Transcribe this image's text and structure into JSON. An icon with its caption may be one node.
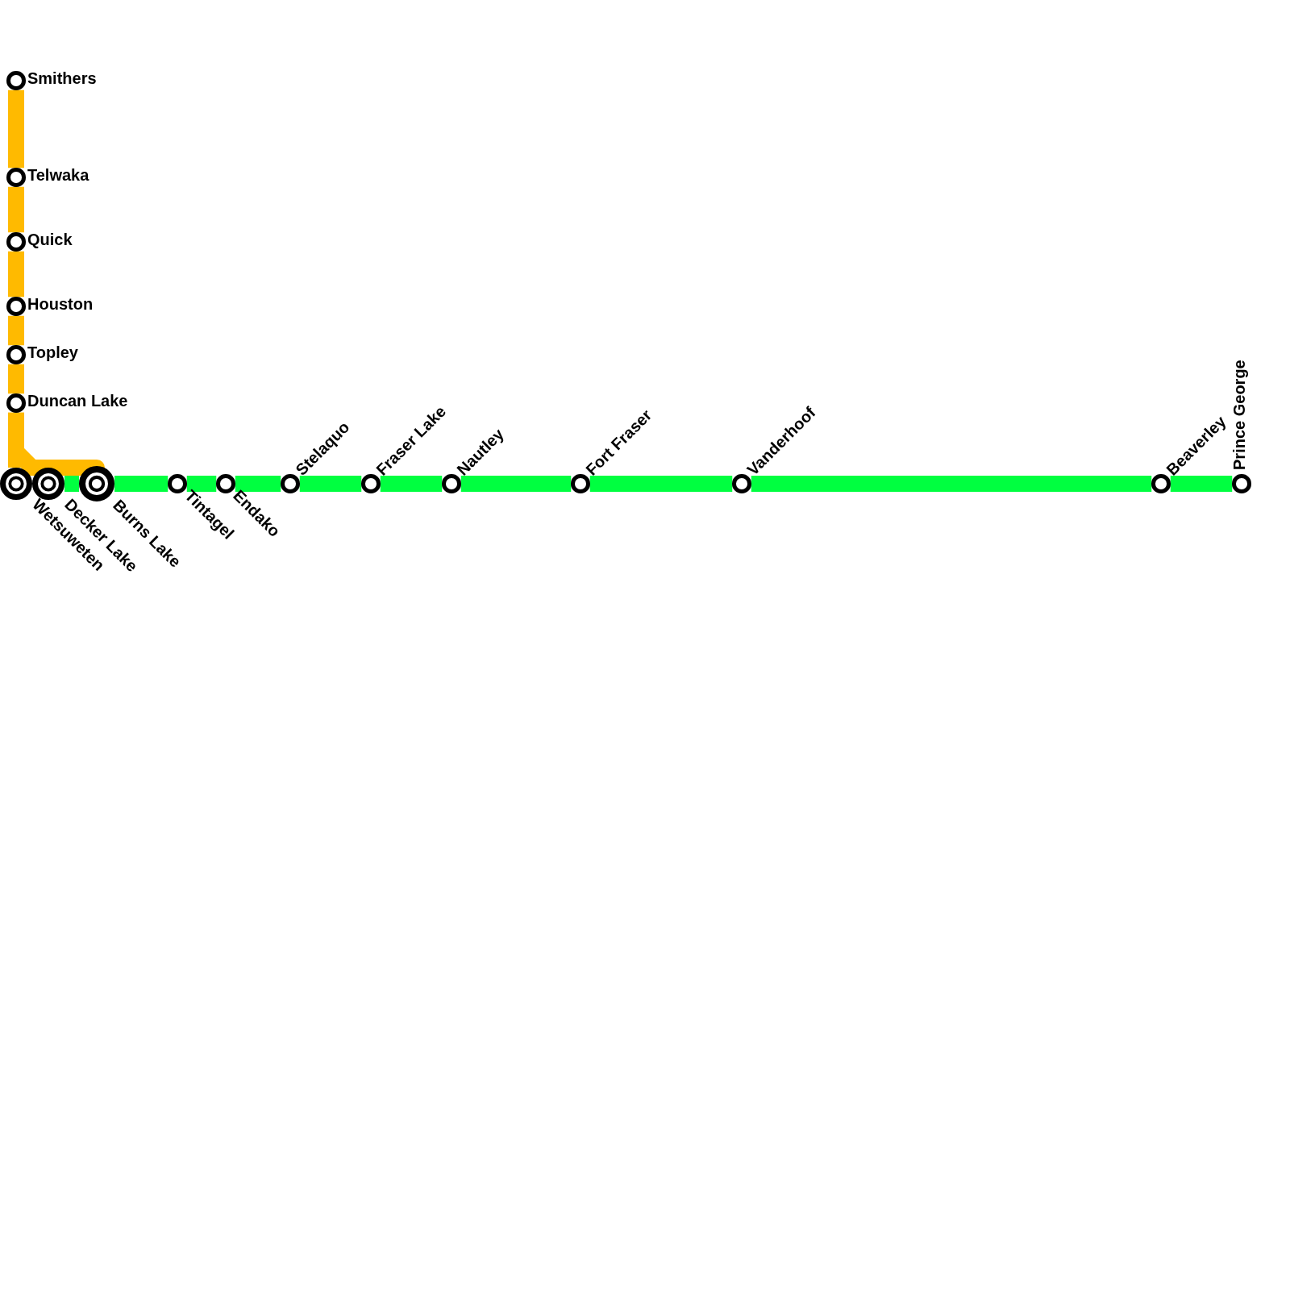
{
  "diagram": {
    "nodes": [
      {
        "text": [
          "Smithers"
        ]
      },
      {
        "text": [
          "Telwaka"
        ]
      },
      {
        "text": [
          "Quick"
        ]
      },
      {
        "text": [
          "Houston"
        ]
      },
      {
        "text": [
          "Topley"
        ]
      },
      {
        "text": [
          "Duncan Lake"
        ]
      },
      {
        "text": [
          "Wetsuweten"
        ]
      },
      {
        "text": [
          "Decker Lake"
        ]
      },
      {
        "text": [
          "Burns Lake"
        ]
      },
      {
        "text": [
          "Tintagel"
        ]
      },
      {
        "text": [
          "Endako"
        ]
      },
      {
        "text": [
          "Stelaquo"
        ]
      },
      {
        "text": [
          "Fraser Lake"
        ]
      },
      {
        "text": [
          "Nautley"
        ]
      },
      {
        "text": [
          "Fort Fraser"
        ]
      },
      {
        "text": [
          "Vanderhoof"
        ]
      },
      {
        "text": [
          "Beaverley"
        ]
      },
      {
        "text": [
          "Prince George"
        ]
      }
    ],
    "edges": [
      {
        "from": 0,
        "to": 1,
        "arrow": "none",
        "color": "#ffba00"
      },
      {
        "from": 1,
        "to": 2,
        "arrow": "none",
        "color": "#ffba00"
      },
      {
        "from": 2,
        "to": 3,
        "arrow": "none",
        "color": "#ffba00"
      },
      {
        "from": 3,
        "to": 4,
        "arrow": "none",
        "color": "#ffba00"
      },
      {
        "from": 4,
        "to": 5,
        "arrow": "none",
        "color": "#ffba00"
      },
      {
        "from": 5,
        "to": 6,
        "arrow": "none",
        "color": "#ffba00"
      },
      {
        "from": 5,
        "to": 7,
        "arrow": "none",
        "color": "#ffba00"
      },
      {
        "from": 7,
        "to": 8,
        "arrow": "none",
        "color": "#ffba00"
      },
      {
        "from": 7,
        "to": 8,
        "arrow": "none",
        "color": "#00ff40"
      },
      {
        "from": 8,
        "to": 9,
        "arrow": "none",
        "color": "#00ff40"
      },
      {
        "from": 9,
        "to": 10,
        "arrow": "none",
        "color": "#00ff40"
      },
      {
        "from": 10,
        "to": 11,
        "arrow": "none",
        "color": "#00ff40"
      },
      {
        "from": 11,
        "to": 12,
        "arrow": "none",
        "color": "#00ff40"
      },
      {
        "from": 12,
        "to": 13,
        "arrow": "none",
        "color": "#00ff40"
      },
      {
        "from": 13,
        "to": 14,
        "arrow": "none",
        "color": "#00ff40"
      },
      {
        "from": 14,
        "to": 15,
        "arrow": "none",
        "color": "#00ff40"
      },
      {
        "from": 15,
        "to": 16,
        "arrow": "none",
        "color": "#00ff40"
      },
      {
        "from": 16,
        "to": 17,
        "arrow": "none",
        "color": "#00ff40"
      }
    ]
  }
}
